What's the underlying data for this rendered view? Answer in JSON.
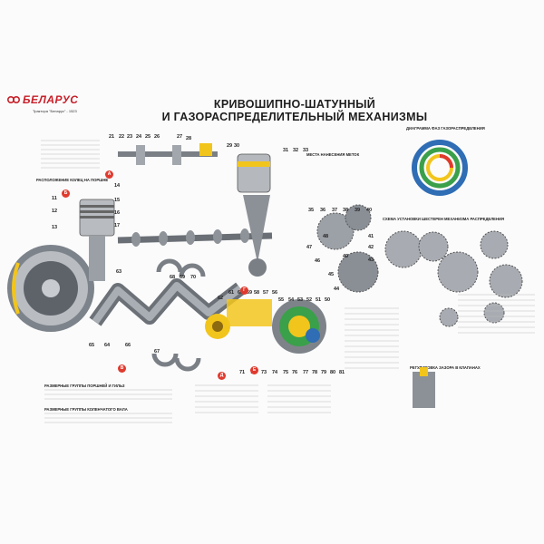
{
  "brand": {
    "logo_text": "БЕЛАРУС",
    "model_line": "Трактора \"Беларус\" - 1523",
    "accent": "#c8202a"
  },
  "title": {
    "line1": "КРИВОШИПНО-ШАТУННЫЙ",
    "line2": "И ГАЗОРАСПРЕДЕЛИТЕЛЬНЫЙ  МЕХАНИЗМЫ"
  },
  "sections": {
    "valve_timing": "ДИАГРАММА ФАЗ ГАЗОРАСПРЕДЕЛЕНИЯ",
    "marks": "МЕСТА НАНЕСЕНИЯ МЕТОК",
    "rings": "РАСПОЛОЖЕНИЕ КОЛЕЦ НА ПОРШНЕ",
    "gears": "СХЕМА УСТАНОВКИ ШЕСТЕРЕН МЕХАНИЗМА РАСПРЕДЕЛЕНИЯ",
    "clearance": "РЕГУЛИРОВКА ЗАЗОРА В КЛАПАНАХ",
    "size_groups": "РАЗМЕРНЫЕ ГРУППЫ ПОРШНЕЙ И ГИЛЬЗ",
    "crank_groups": "РАЗМЕРНЫЕ ГРУППЫ КОЛЕНЧАТОГО ВАЛА"
  },
  "callouts": {
    "top": [
      "21",
      "22",
      "23",
      "24",
      "25",
      "26",
      "27",
      "28",
      "29",
      "30",
      "31",
      "32",
      "33"
    ],
    "left": [
      "11",
      "12",
      "13",
      "14",
      "15",
      "16",
      "17"
    ],
    "crank": [
      "63",
      "64",
      "65",
      "66",
      "67",
      "68",
      "69",
      "70"
    ],
    "bottom": [
      "71",
      "72",
      "73",
      "74",
      "75",
      "76",
      "77",
      "78",
      "79",
      "80",
      "81"
    ],
    "gear_side": [
      "35",
      "36",
      "37",
      "38",
      "39",
      "40",
      "41",
      "42",
      "43",
      "44",
      "45",
      "46",
      "47",
      "48",
      "49"
    ],
    "middle": [
      "50",
      "51",
      "52",
      "53",
      "54",
      "55",
      "56",
      "57",
      "58",
      "59",
      "60",
      "61",
      "62"
    ],
    "markers": [
      "А",
      "Б",
      "В",
      "Г",
      "Д",
      "Е"
    ]
  },
  "colors": {
    "yellow": "#f2c51c",
    "red": "#e03a2e",
    "steel": "#8a8f96",
    "dark": "#3b3f45",
    "blue": "#2f6db5",
    "green": "#3aa04a"
  }
}
